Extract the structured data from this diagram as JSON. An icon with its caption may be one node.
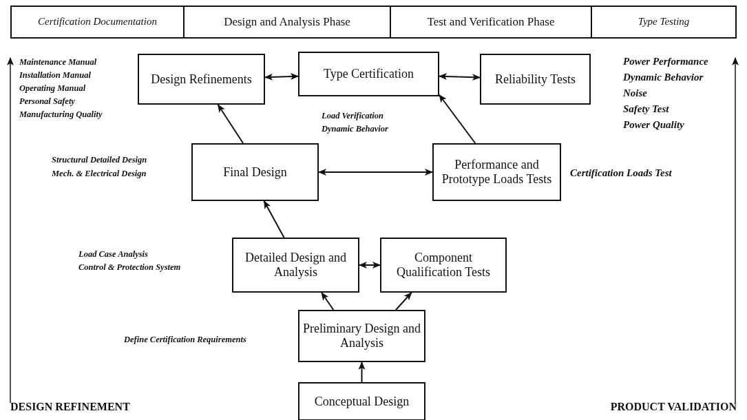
{
  "diagram": {
    "nodes": [
      {
        "text": [
          "Certification Documentation"
        ]
      },
      {
        "text": [
          "Design and Analysis Phase"
        ]
      },
      {
        "text": [
          "Test and Verification Phase"
        ]
      },
      {
        "text": [
          "Type Testing"
        ]
      },
      {
        "text": [
          "Design Refinements"
        ]
      },
      {
        "text": [
          "Type Certification"
        ]
      },
      {
        "text": [
          "Reliability Tests"
        ]
      },
      {
        "text": [
          "Final Design"
        ]
      },
      {
        "text": [
          "Performance and Prototype Loads Tests"
        ]
      },
      {
        "text": [
          "Detailed Design and Analysis"
        ]
      },
      {
        "text": [
          "Component Qualification Tests"
        ]
      },
      {
        "text": [
          "Preliminary Design and Analysis"
        ]
      },
      {
        "text": [
          "Conceptual Design"
        ]
      }
    ],
    "edges": [
      {
        "from": 4,
        "to": 5,
        "arrow": "both"
      },
      {
        "from": 5,
        "to": 6,
        "arrow": "both"
      },
      {
        "from": 7,
        "to": 4,
        "arrow": "to"
      },
      {
        "from": 8,
        "to": 5,
        "arrow": "to"
      },
      {
        "from": 7,
        "to": 8,
        "arrow": "both"
      },
      {
        "from": 9,
        "to": 7,
        "arrow": "to"
      },
      {
        "from": 9,
        "to": 10,
        "arrow": "both"
      },
      {
        "from": 11,
        "to": 9,
        "arrow": "to"
      },
      {
        "from": 11,
        "to": 10,
        "arrow": "to"
      },
      {
        "from": 12,
        "to": 11,
        "arrow": "to"
      }
    ],
    "labels": [
      "Maintenance Manual",
      "Installation Manual",
      "Operating Manual",
      "Personal Safety",
      "Manufacturing Quality",
      "Power Performance",
      "Dynamic Behavior",
      "Noise",
      "Safety Test",
      "Power Quality",
      "Load Verification",
      "Dynamic Behavior",
      "Structural Detailed Design",
      "Mech. & Electrical Design",
      "Certification Loads Test",
      "Load Case Analysis",
      "Control & Protection System",
      "Define Certification Requirements",
      "DESIGN REFINEMENT",
      "PRODUCT VALIDATION"
    ]
  }
}
